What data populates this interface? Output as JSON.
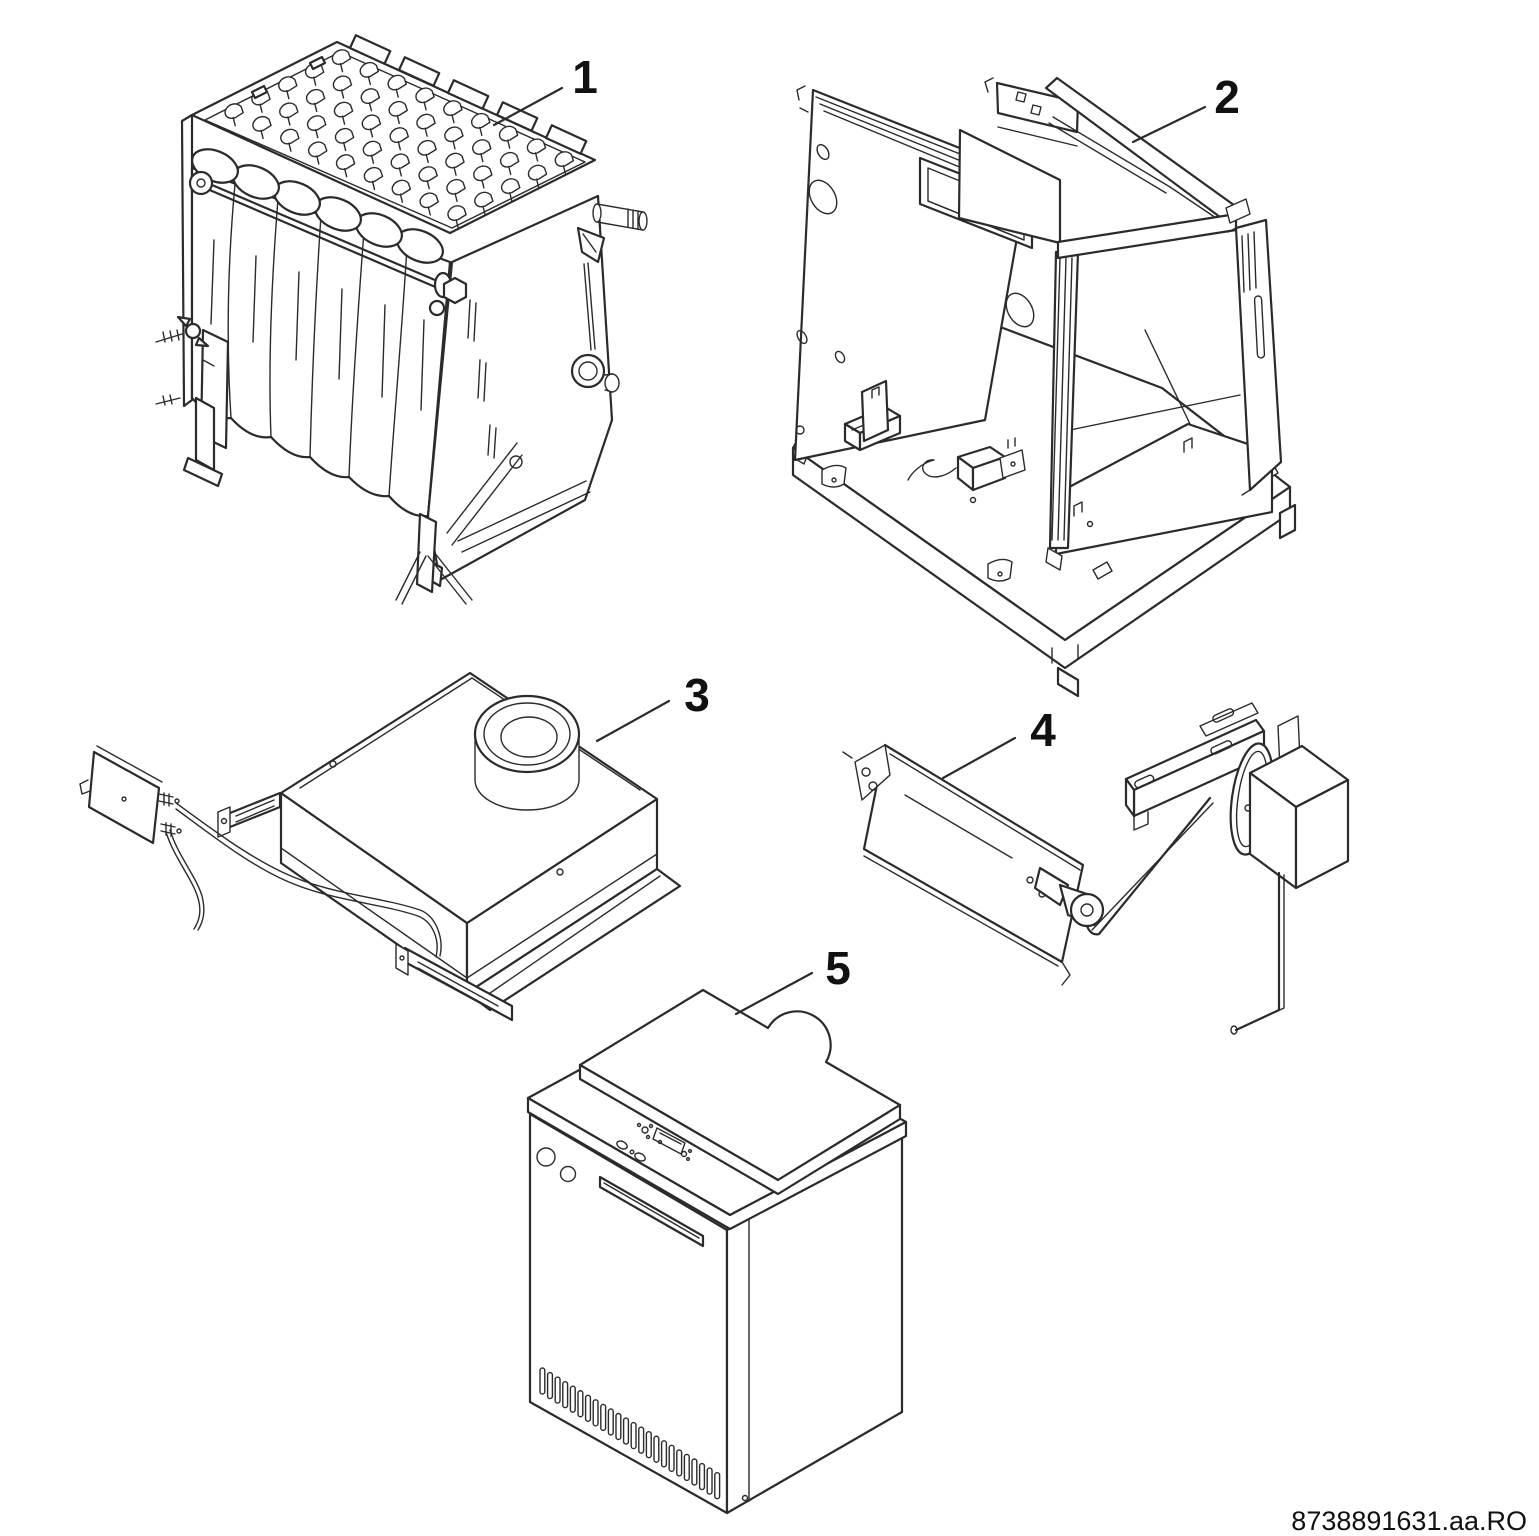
{
  "document": {
    "code": "8738891631.aa.RO"
  },
  "callouts": [
    {
      "label": "1"
    },
    {
      "label": "2"
    },
    {
      "label": "3"
    },
    {
      "label": "4"
    },
    {
      "label": "5"
    }
  ],
  "colors": {
    "line": "#2b2b2b",
    "label": "#111111",
    "background": "#ffffff"
  }
}
